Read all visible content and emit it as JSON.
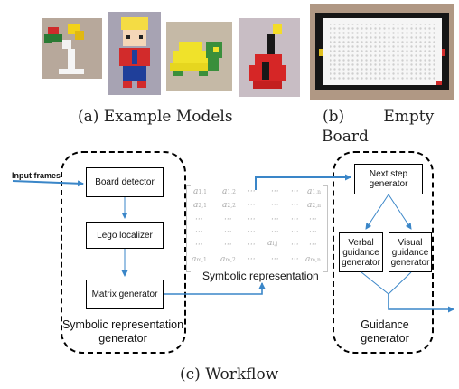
{
  "figure": {
    "captions": {
      "a": "(a) Example Models",
      "b_line1": "(b)        Empty",
      "b_line2": "Board",
      "c": "(c) Workflow"
    },
    "photos": {
      "models": [
        "lego-model-flower",
        "lego-model-person",
        "lego-model-turtle",
        "lego-model-guitar"
      ],
      "board": "empty-lego-board"
    },
    "workflow": {
      "input_label": "Input frames",
      "left_group": {
        "label": "Symbolic representation generator",
        "boxes": [
          "Board detector",
          "Lego localizer",
          "Matrix generator"
        ]
      },
      "matrix": {
        "label": "Symbolic representation",
        "row1": [
          "a",
          "a",
          "···",
          "···",
          "···",
          "a"
        ],
        "row2": [
          "a",
          "a",
          "···",
          "···",
          "···",
          "a"
        ],
        "sub_row1": [
          "1,1",
          "1,2",
          "1,n"
        ],
        "sub_row2": [
          "2,1",
          "2,2",
          "2,n"
        ],
        "mid_cell": "a",
        "mid_sub": "i,j",
        "last_row": [
          "a",
          "a",
          "···",
          "···",
          "···",
          "a"
        ],
        "sub_last": [
          "m,1",
          "m,2",
          "m,n"
        ],
        "dots": "···"
      },
      "right_group": {
        "label": "Guidance generator",
        "top_box": "Next step generator",
        "verbal_box": "Verbal guidance generator",
        "visual_box": "Visual guidance generator"
      }
    },
    "colors": {
      "arrow": "#3a86c8",
      "border": "#000000"
    }
  }
}
